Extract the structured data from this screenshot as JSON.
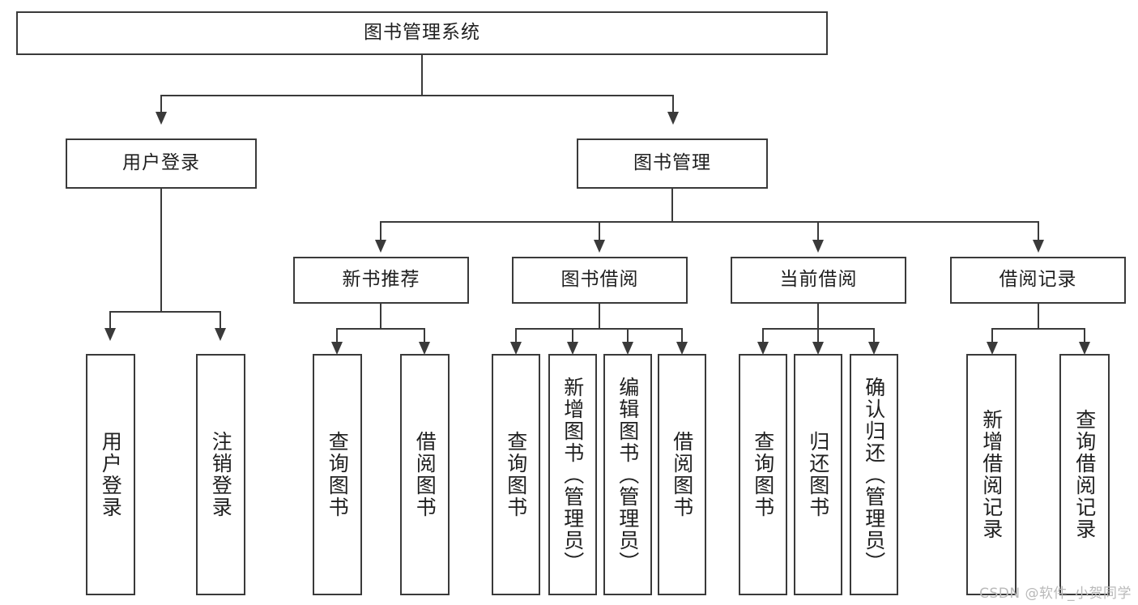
{
  "diagram": {
    "title_node": {
      "label": "图书管理系统"
    },
    "level2": [
      {
        "id": "user-login",
        "label": "用户登录"
      },
      {
        "id": "book-management",
        "label": "图书管理"
      }
    ],
    "level3": [
      {
        "id": "new-book-recommend",
        "label": "新书推荐"
      },
      {
        "id": "book-borrow",
        "label": "图书借阅"
      },
      {
        "id": "current-borrow",
        "label": "当前借阅"
      },
      {
        "id": "borrow-record",
        "label": "借阅记录"
      }
    ],
    "leaves": {
      "user_login": [
        {
          "id": "leaf-user-login",
          "label": "用户登录"
        },
        {
          "id": "leaf-logout-login",
          "label": "注销登录"
        }
      ],
      "new_book_recommend": [
        {
          "id": "leaf-query-book-1",
          "label": "查询图书"
        },
        {
          "id": "leaf-borrow-book-1",
          "label": "借阅图书"
        }
      ],
      "book_borrow": [
        {
          "id": "leaf-query-book-2",
          "label": "查询图书"
        },
        {
          "id": "leaf-add-book",
          "label": "新增图书（管理员）"
        },
        {
          "id": "leaf-edit-book",
          "label": "编辑图书（管理员）"
        },
        {
          "id": "leaf-borrow-book-2",
          "label": "借阅图书"
        }
      ],
      "current_borrow": [
        {
          "id": "leaf-query-book-3",
          "label": "查询图书"
        },
        {
          "id": "leaf-return-book",
          "label": "归还图书"
        },
        {
          "id": "leaf-confirm-return",
          "label": "确认归还（管理员）"
        }
      ],
      "borrow_record": [
        {
          "id": "leaf-add-record",
          "label": "新增借阅记录"
        },
        {
          "id": "leaf-query-record",
          "label": "查询借阅记录"
        }
      ]
    }
  },
  "watermark": {
    "text": "CSDN @软件_小贺同学"
  },
  "colors": {
    "stroke": "#3a3a3a",
    "text": "#1f1f1f",
    "background": "#ffffff",
    "watermark": "#b9b9b9"
  }
}
